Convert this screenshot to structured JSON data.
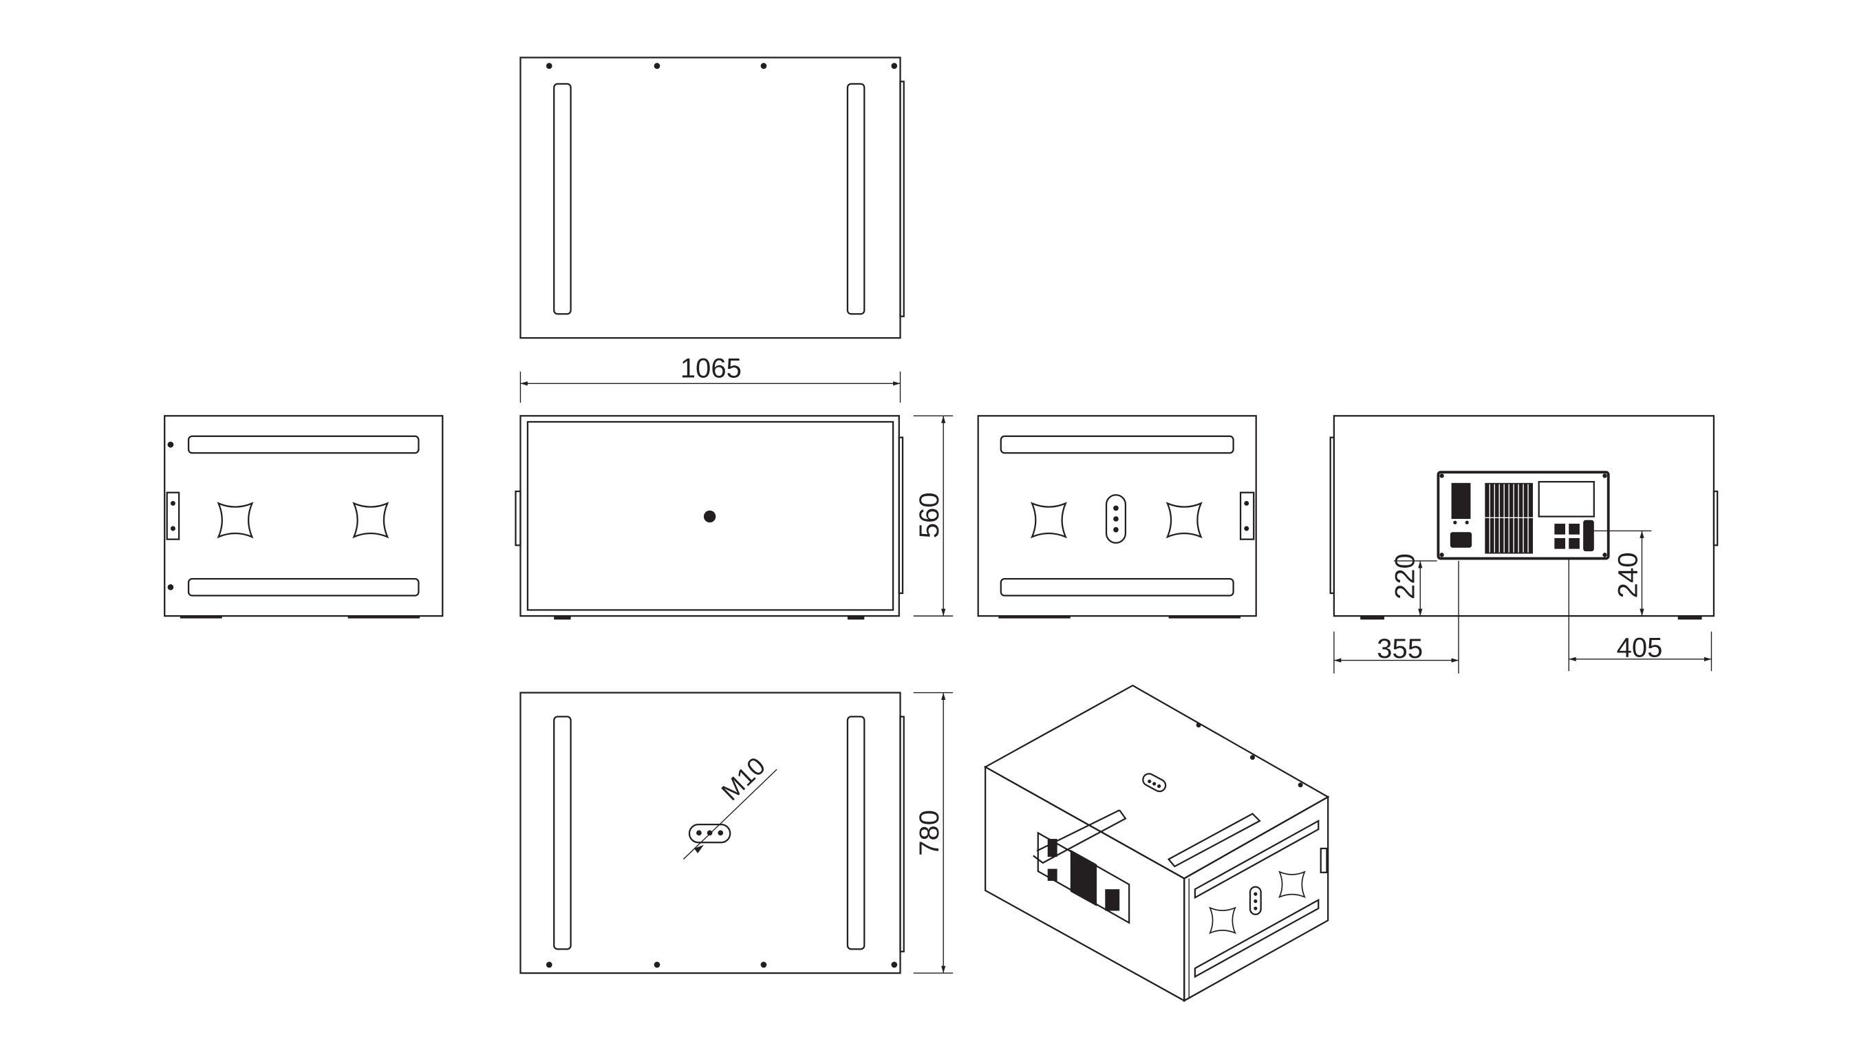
{
  "drawing": {
    "dimensions": {
      "width": "1065",
      "height": "560",
      "depth": "780",
      "panel_height_left": "220",
      "panel_height_right": "240",
      "panel_offset_left": "355",
      "panel_offset_right": "405"
    },
    "thread_label": "M10",
    "colors": {
      "line": "#231f20",
      "background": "#ffffff"
    }
  }
}
